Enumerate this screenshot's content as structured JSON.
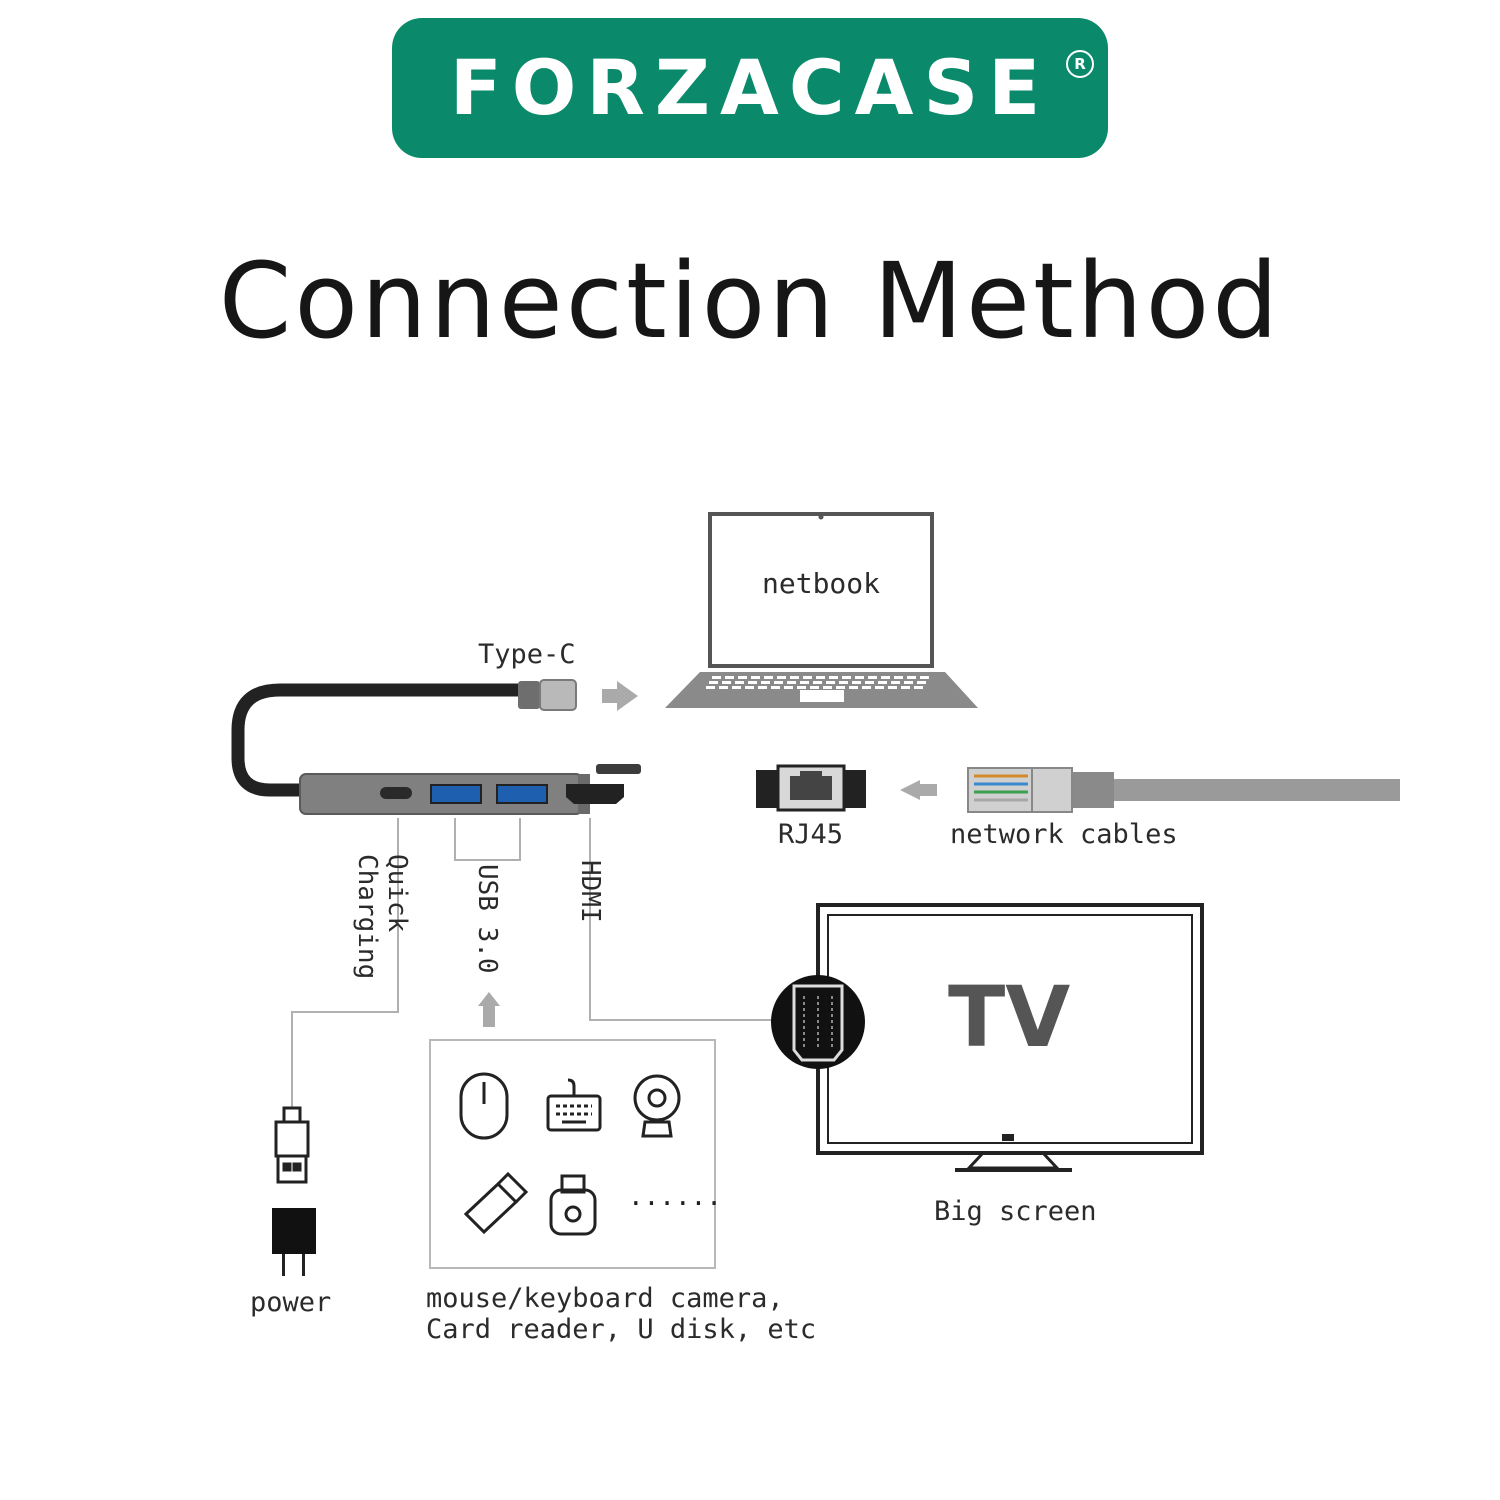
{
  "brand": {
    "name": "FORZACASE",
    "registered": "R",
    "color": "#0a8a6a"
  },
  "title": "Connection Method",
  "labels": {
    "netbook": "netbook",
    "type_c": "Type-C",
    "rj45": "RJ45",
    "network_cables": "network cables",
    "quick_charging": "Quick\nCharging",
    "usb30": "USB 3.0",
    "hdmi": "HDMI",
    "tv": "TV",
    "big_screen": "Big screen",
    "power": "power",
    "peripherals_line1": "mouse/keyboard camera,",
    "peripherals_line2": "Card reader, U disk, etc",
    "ellipsis": "......"
  },
  "icons": [
    "laptop-icon",
    "usb-c-plug-icon",
    "arrow-right-icon",
    "hub-icon",
    "rj45-port-icon",
    "ethernet-plug-icon",
    "arrow-left-icon",
    "arrow-up-icon",
    "mouse-icon",
    "keyboard-icon",
    "webcam-icon",
    "usb-stick-icon",
    "card-reader-icon",
    "usb-plug-icon",
    "power-adapter-icon",
    "tv-icon",
    "hdmi-port-icon"
  ]
}
